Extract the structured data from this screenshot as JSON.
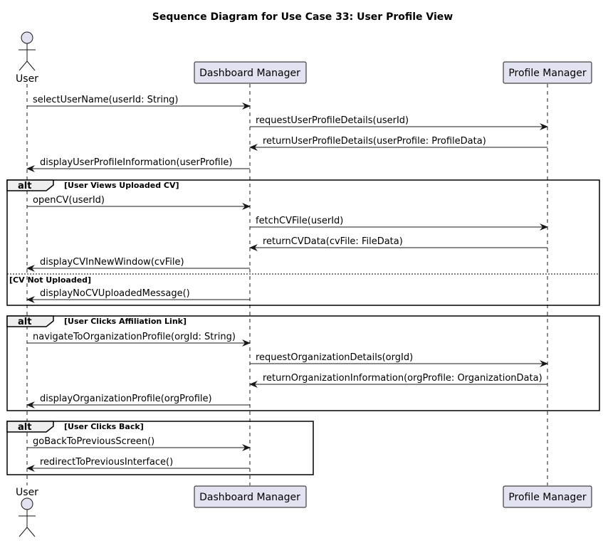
{
  "title": "Sequence Diagram for Use Case 33: User Profile View",
  "participants": [
    {
      "id": "user",
      "label": "User",
      "kind": "actor"
    },
    {
      "id": "dash",
      "label": "Dashboard Manager",
      "kind": "participant"
    },
    {
      "id": "prof",
      "label": "Profile Manager",
      "kind": "participant"
    }
  ],
  "messages": [
    {
      "from": "user",
      "to": "dash",
      "label": "selectUserName(userId: String)"
    },
    {
      "from": "dash",
      "to": "prof",
      "label": "requestUserProfileDetails(userId)"
    },
    {
      "from": "prof",
      "to": "dash",
      "label": "returnUserProfileDetails(userProfile: ProfileData)"
    },
    {
      "from": "dash",
      "to": "user",
      "label": "displayUserProfileInformation(userProfile)"
    },
    {
      "from": "user",
      "to": "dash",
      "label": "openCV(userId)"
    },
    {
      "from": "dash",
      "to": "prof",
      "label": "fetchCVFile(userId)"
    },
    {
      "from": "prof",
      "to": "dash",
      "label": "returnCVData(cvFile: FileData)"
    },
    {
      "from": "dash",
      "to": "user",
      "label": "displayCVInNewWindow(cvFile)"
    },
    {
      "from": "dash",
      "to": "user",
      "label": "displayNoCVUploadedMessage()"
    },
    {
      "from": "user",
      "to": "dash",
      "label": "navigateToOrganizationProfile(orgId: String)"
    },
    {
      "from": "dash",
      "to": "prof",
      "label": "requestOrganizationDetails(orgId)"
    },
    {
      "from": "prof",
      "to": "dash",
      "label": "returnOrganizationInformation(orgProfile: OrganizationData)"
    },
    {
      "from": "dash",
      "to": "user",
      "label": "displayOrganizationProfile(orgProfile)"
    },
    {
      "from": "user",
      "to": "dash",
      "label": "goBackToPreviousScreen()"
    },
    {
      "from": "dash",
      "to": "user",
      "label": "redirectToPreviousInterface()"
    }
  ],
  "fragments": [
    {
      "operator": "alt",
      "guard": "[User Views Uploaded CV]",
      "else_guard": "[CV Not Uploaded]"
    },
    {
      "operator": "alt",
      "guard": "[User Clicks Affiliation Link]"
    },
    {
      "operator": "alt",
      "guard": "[User Clicks Back]"
    }
  ],
  "colors": {
    "participant_fill": "#E2E2F0",
    "participant_border": "#181818",
    "lifeline": "#181818",
    "arrow": "#181818",
    "frame_border": "#000000",
    "frame_tab_fill": "#EEEEEE"
  }
}
